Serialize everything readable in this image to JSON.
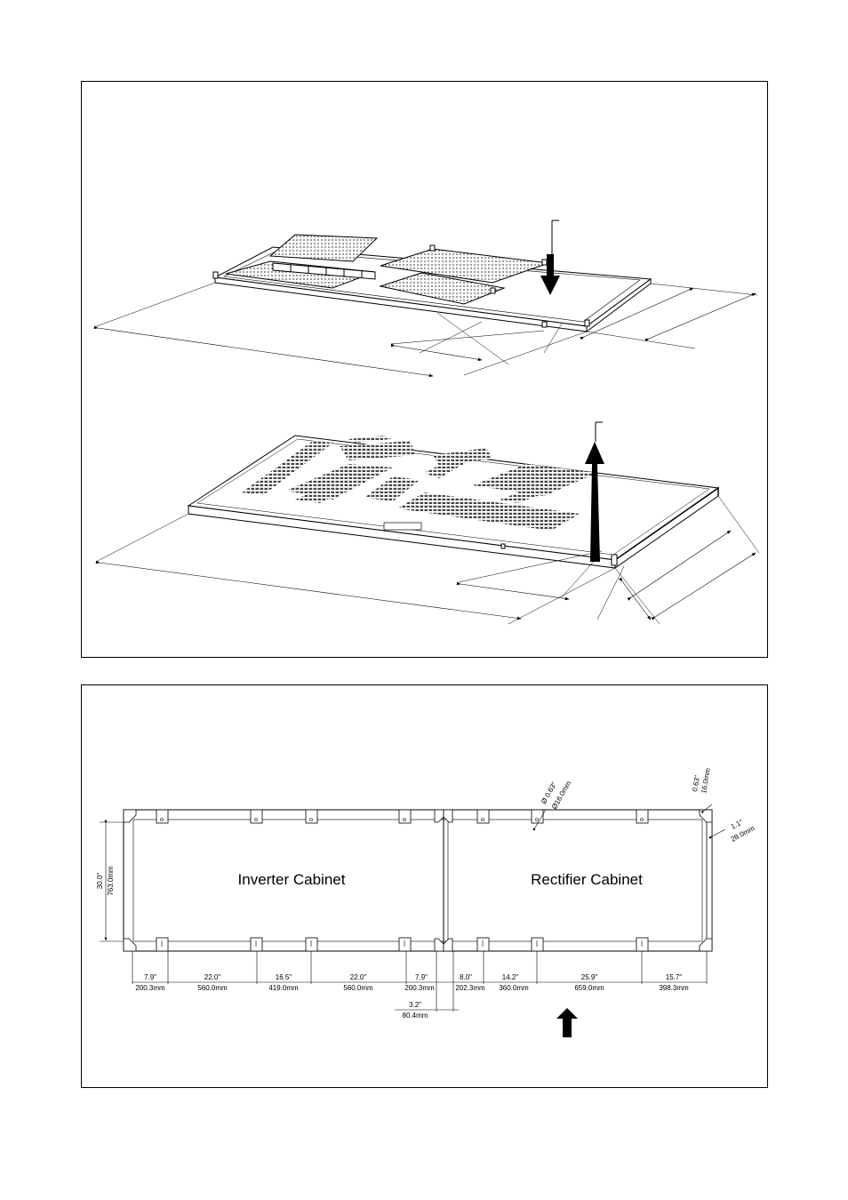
{
  "plan": {
    "inverter_label": "Inverter Cabinet",
    "rectifier_label": "Rectifier Cabinet",
    "depth_in": "30.0\"",
    "depth_mm": "763.0mm",
    "hole_in": "Ø 0.63\"",
    "hole_mm": "Ø16.0mm",
    "corner_in": "0.63\"",
    "corner_mm": "16.0mm",
    "side_in": "1.1\"",
    "side_mm": "28.0mm",
    "gap_in": "3.2\"",
    "gap_mm": "80.4mm",
    "dims": [
      {
        "in": "7.9\"",
        "mm": "200.3mm"
      },
      {
        "in": "22.0\"",
        "mm": "560.0mm"
      },
      {
        "in": "16.5\"",
        "mm": "419.0mm"
      },
      {
        "in": "22.0\"",
        "mm": "560.0mm"
      },
      {
        "in": "7.9\"",
        "mm": "200.3mm"
      },
      {
        "in": "8.0\"",
        "mm": "202.3mm"
      },
      {
        "in": "14.2\"",
        "mm": "360.0mm"
      },
      {
        "in": "25.9\"",
        "mm": "659.0mm"
      },
      {
        "in": "15.7\"",
        "mm": "398.3mm"
      }
    ]
  }
}
